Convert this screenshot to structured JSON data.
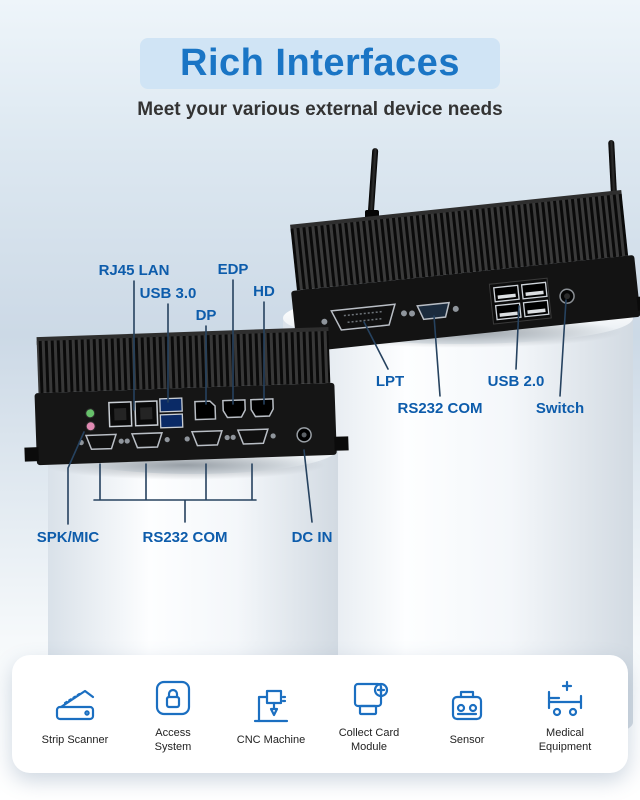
{
  "header": {
    "title": "Rich Interfaces",
    "subtitle": "Meet your various external device needs"
  },
  "left_device": {
    "top_ports": [
      {
        "label": "RJ45 LAN"
      },
      {
        "label": "USB 3.0"
      },
      {
        "label": "DP"
      },
      {
        "label": "EDP"
      },
      {
        "label": "HD"
      }
    ],
    "bottom_ports": [
      {
        "label": "SPK/MIC"
      },
      {
        "label": "RS232 COM"
      },
      {
        "label": "DC IN"
      }
    ]
  },
  "right_device": {
    "ports": [
      {
        "label": "LPT"
      },
      {
        "label": "RS232 COM"
      },
      {
        "label": "USB 2.0"
      },
      {
        "label": "Switch"
      }
    ]
  },
  "applications": [
    {
      "label": "Strip Scanner"
    },
    {
      "label": "Access System"
    },
    {
      "label": "CNC Machine"
    },
    {
      "label": "Collect Card Module"
    },
    {
      "label": "Sensor"
    },
    {
      "label": "Medical Equipment"
    }
  ],
  "colors": {
    "title_blue": "#1a75c5",
    "label_blue": "#0d5cab",
    "icon_blue": "#1b6fc1",
    "line_navy": "#26425f"
  }
}
